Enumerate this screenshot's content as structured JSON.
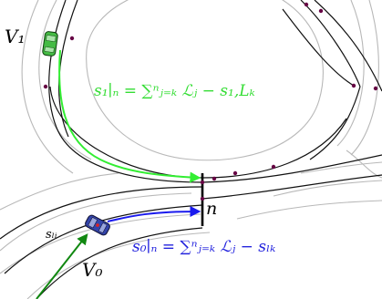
{
  "labels": {
    "v1": "V₁",
    "v0": "V₀",
    "n": "n",
    "s_li": "sₗᵢ"
  },
  "equations": {
    "top": "s₁∣ₙ = ∑ⁿⱼ₌ₖ ℒⱼ − s₁,Lₖ",
    "bottom": "s₀∣ₙ = ∑ⁿⱼ₌ₖ ℒⱼ − sₗₖ"
  },
  "colors": {
    "green_path": "#33ee33",
    "blue_path": "#1a1aee",
    "dark_green_arrow": "#118811",
    "lane_gray": "#b8b8b8",
    "lane_black": "#111111",
    "node": "#660044",
    "vehicle_green": "#44bb44",
    "vehicle_blue": "#3344aa"
  }
}
